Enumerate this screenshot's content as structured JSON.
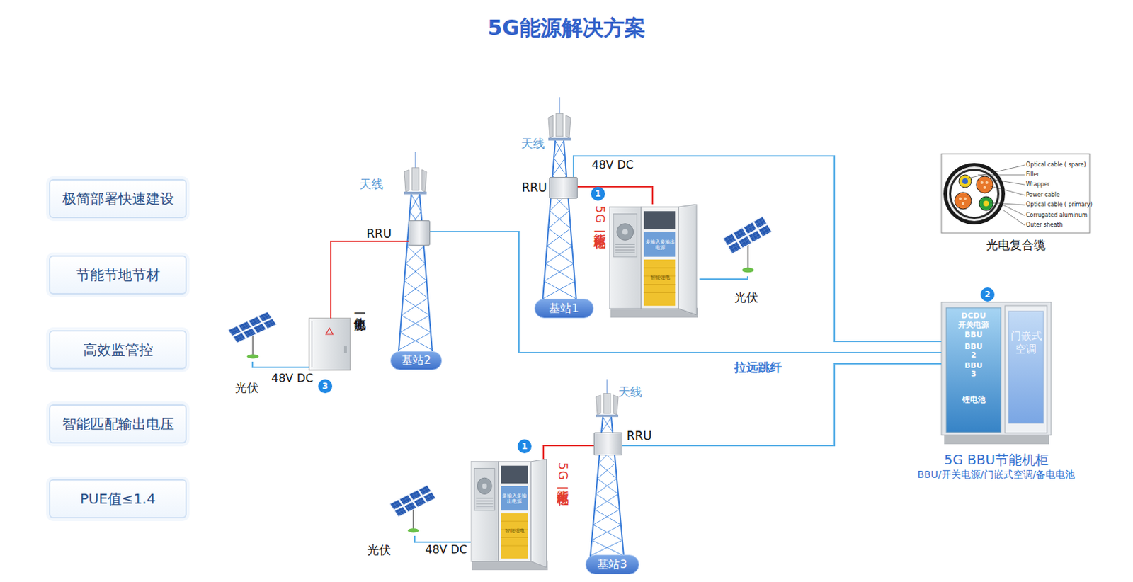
{
  "diagram": {
    "title": "5G能源解决方案",
    "nodes": [
      {
        "text": [
          "极简部署快速建设"
        ]
      },
      {
        "text": [
          "节能节地节材"
        ]
      },
      {
        "text": [
          "高效监管控"
        ]
      },
      {
        "text": [
          "智能匹配输出电压"
        ]
      },
      {
        "text": [
          "PUE值≤1.4"
        ]
      },
      {
        "text": [
          "RRU"
        ]
      },
      {
        "text": [
          "5G能源一体化机柜"
        ]
      },
      {
        "text": [
          "多输入多输出电源"
        ],
        "in": 6
      },
      {
        "text": [
          "智能锂电"
        ],
        "in": 6
      },
      {
        "text": [
          "光伏"
        ]
      },
      {
        "text": [
          "基站1"
        ]
      },
      {
        "text": [
          "RRU"
        ]
      },
      {
        "text": [
          "光伏"
        ]
      },
      {
        "text": [
          "一体化电源"
        ]
      },
      {
        "text": [
          "基站2"
        ]
      },
      {
        "text": [
          "5G BBU节能机柜",
          "BBU/开关电源/门嵌式空调/备电电池"
        ]
      },
      {
        "text": [
          "门嵌式空调"
        ],
        "in": 15
      },
      {
        "text": [
          "RRU"
        ]
      },
      {
        "text": [
          "5G能源一体化机柜"
        ]
      },
      {
        "text": [
          "多输入多输出电源"
        ],
        "in": 18
      },
      {
        "text": [
          "智能锂电"
        ],
        "in": 18
      },
      {
        "text": [
          "光伏"
        ]
      },
      {
        "text": [
          "基站3"
        ]
      },
      {
        "text": [
          "光电复合缆"
        ]
      }
    ],
    "edges": [
      {
        "from": 6,
        "to": 5,
        "arrow": "none",
        "label": "48V DC"
      },
      {
        "from": 9,
        "to": 6,
        "arrow": "none"
      },
      {
        "from": 5,
        "to": 15,
        "arrow": "none"
      },
      {
        "from": 13,
        "to": 11,
        "arrow": "none"
      },
      {
        "from": 12,
        "to": 13,
        "arrow": "none",
        "label": "48V DC"
      },
      {
        "from": 11,
        "to": 15,
        "arrow": "none",
        "label": "拉远跳纤"
      },
      {
        "from": 18,
        "to": 17,
        "arrow": "none"
      },
      {
        "from": 21,
        "to": 18,
        "arrow": "none",
        "label": "48V DC"
      },
      {
        "from": 17,
        "to": 15,
        "arrow": "none"
      }
    ],
    "labels": [
      "天线",
      "1",
      "天线",
      "3",
      "2",
      "DCDU",
      "开关电源",
      "BBU",
      "BBU 2",
      "BBU 3",
      "锂电池",
      "天线",
      "1",
      "Optical cable ( spare)",
      "Filler",
      "Wrapper",
      "Power cable",
      "Optical cable ( primary)",
      "Corrugated aluminum",
      "Outer sheath"
    ]
  }
}
